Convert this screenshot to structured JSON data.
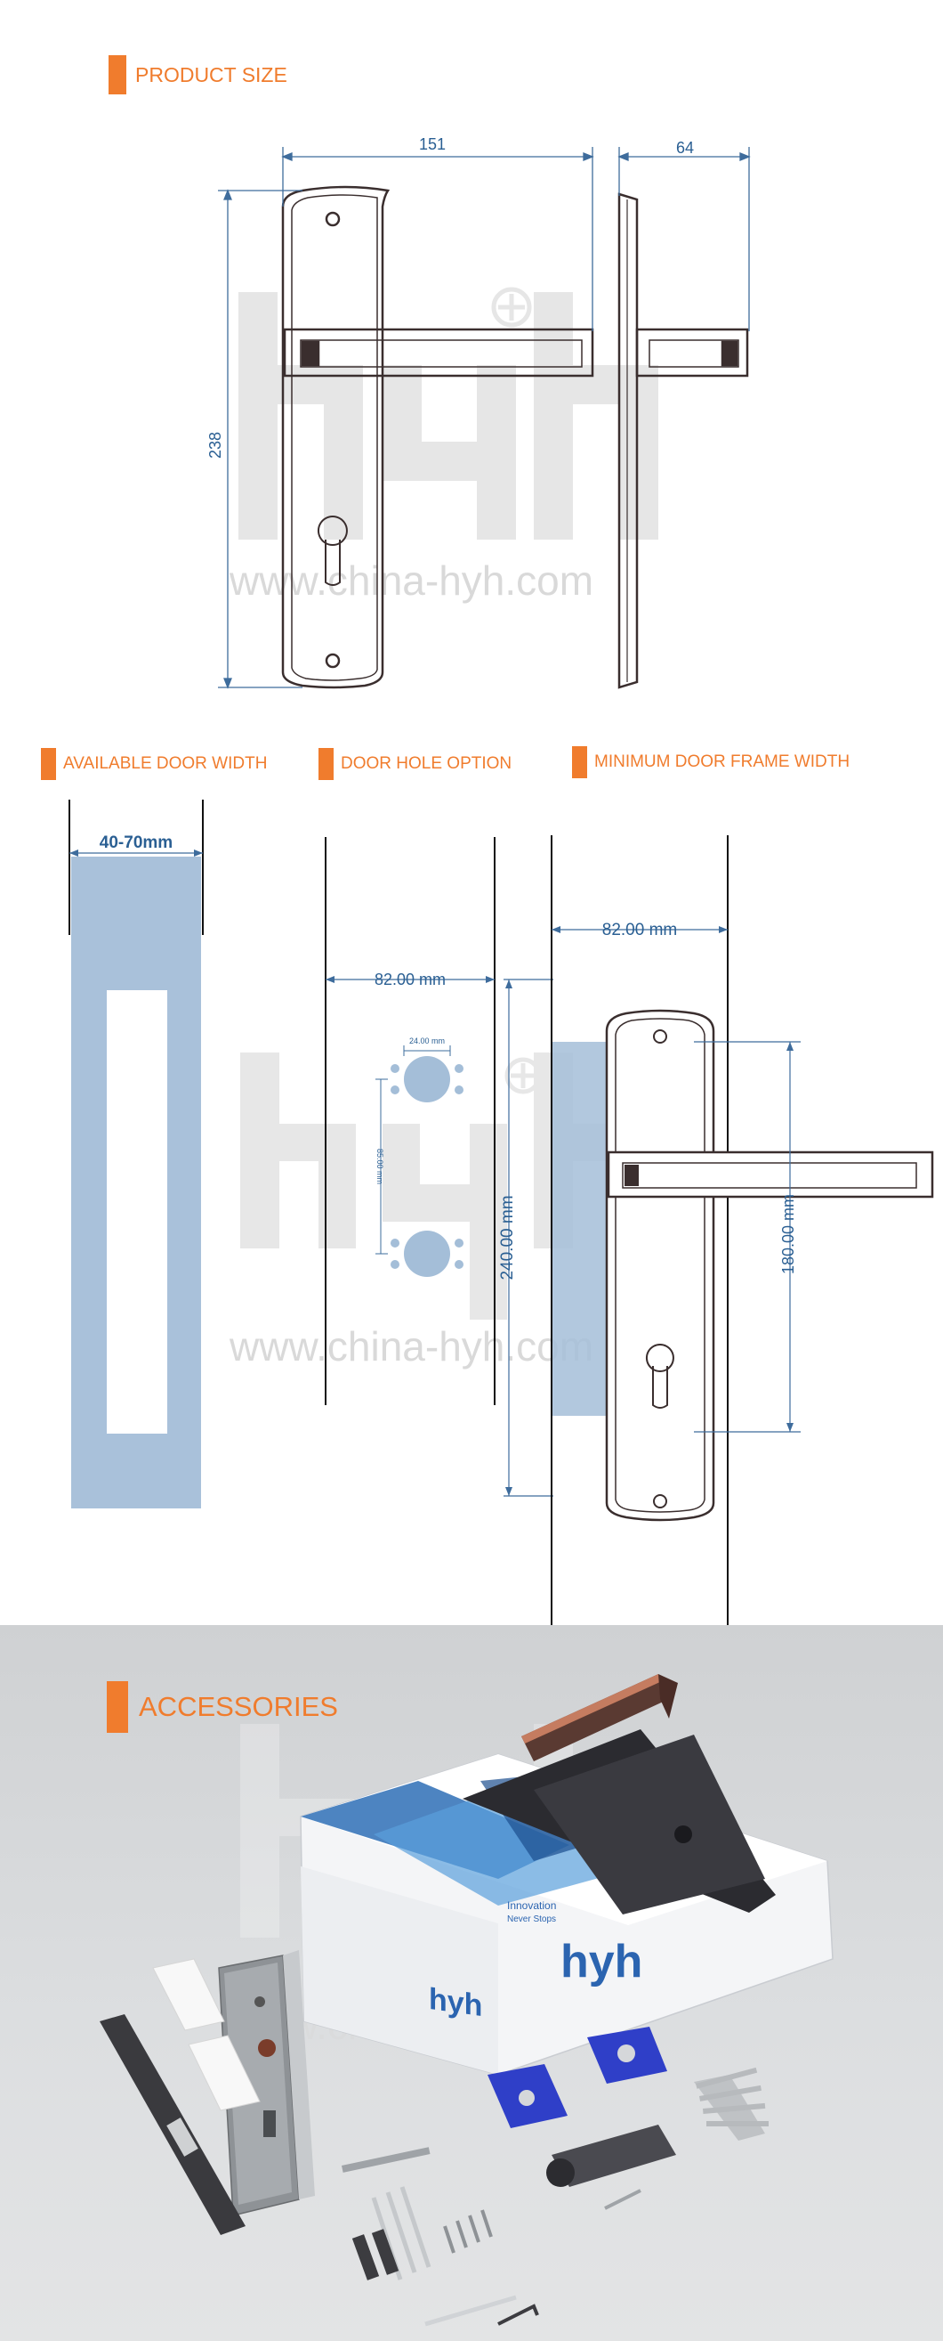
{
  "sections": {
    "product_size": "PRODUCT SIZE",
    "available_door_width": "AVAILABLE DOOR WIDTH",
    "door_hole_option": "DOOR HOLE OPTION",
    "minimum_door_frame_width": "MINIMUM DOOR FRAME WIDTH",
    "accessories": "ACCESSORIES"
  },
  "dimensions": {
    "width": "151",
    "depth": "64",
    "height": "238",
    "door_width": "40-70mm",
    "hole_spacing_h": "82.00 mm",
    "hole_diameter": "24.00 mm",
    "hole_spacing_v": "85.00 mm",
    "plate_length": "240.00 mm",
    "frame_width": "82.00 mm",
    "handle_height": "180.00 mm"
  },
  "watermark": {
    "brand": "hyh",
    "url": "www.china-hyh.com"
  },
  "packaging": {
    "brand": "hyh",
    "tagline_1": "Innovation",
    "tagline_2": "Never Stops"
  },
  "colors": {
    "accent": "#f07c2d",
    "dimension_text": "#2a5f93",
    "door_fill": "#a4bed8",
    "accessories_bg": "#d4d6d8"
  }
}
